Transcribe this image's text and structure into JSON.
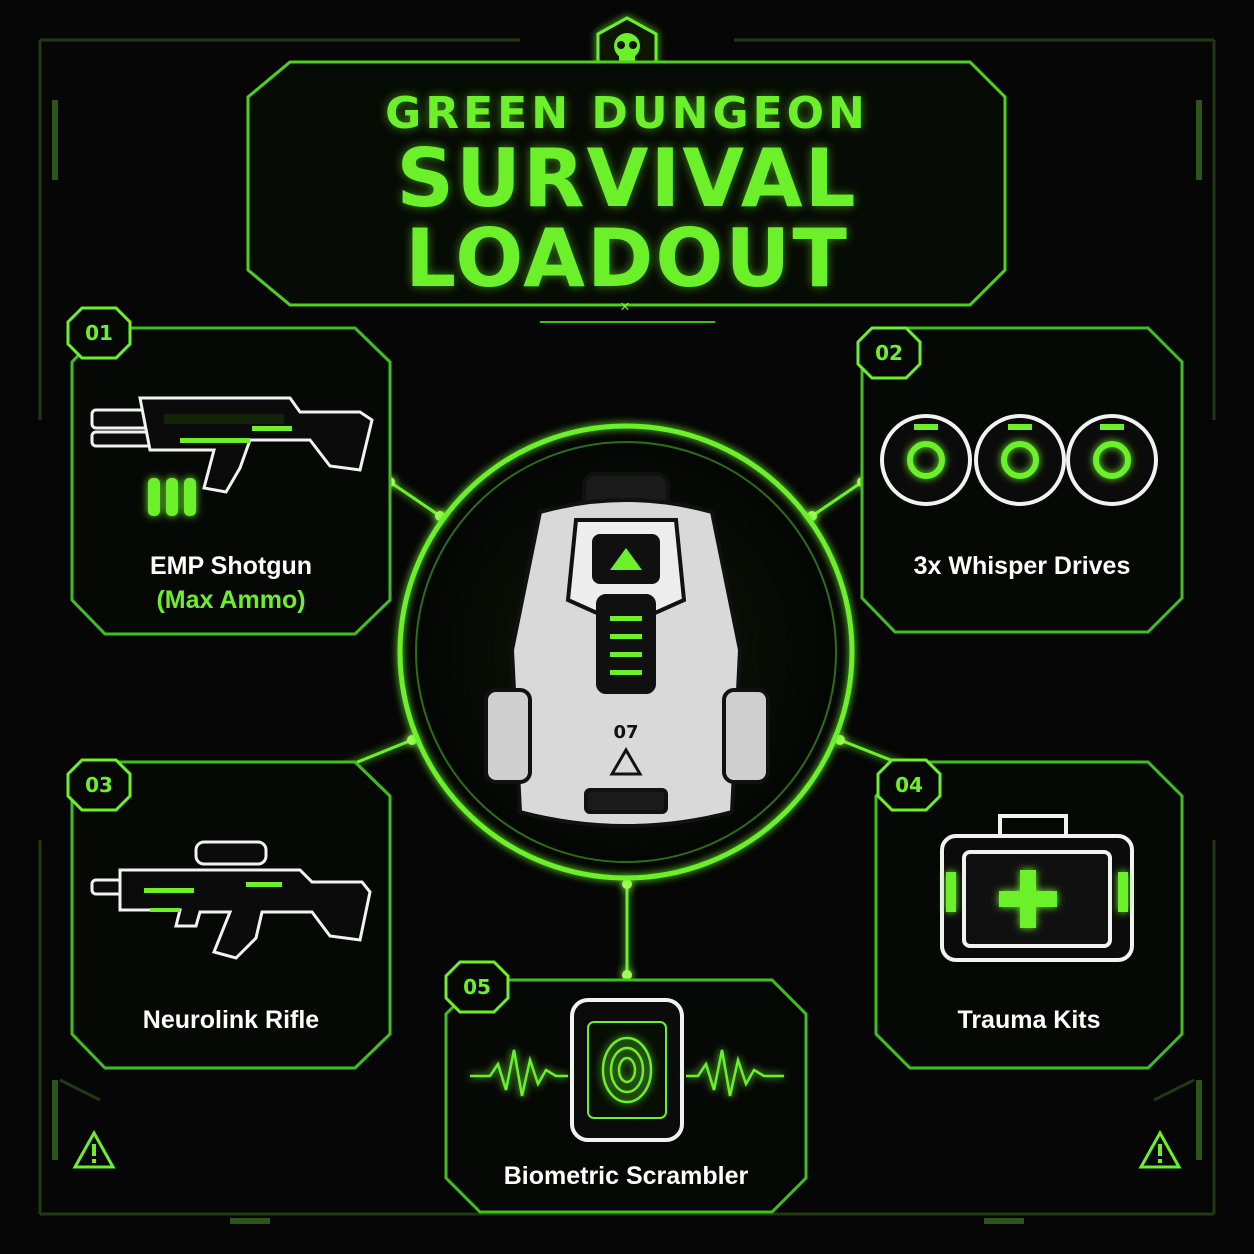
{
  "header": {
    "line1": "GREEN DUNGEON",
    "line2": "SURVIVAL",
    "line3": "LOADOUT",
    "decoration": "✕"
  },
  "center": {
    "label": "07",
    "icon": "backpack-icon"
  },
  "items": [
    {
      "number": "01",
      "label": "EMP Shotgun",
      "sublabel": "(Max Ammo)",
      "icon": "shotgun-icon"
    },
    {
      "number": "02",
      "label": "3x Whisper Drives",
      "icon": "whisper-drive-icon"
    },
    {
      "number": "03",
      "label": "Neurolink Rifle",
      "icon": "rifle-icon"
    },
    {
      "number": "04",
      "label": "Trauma Kits",
      "icon": "medkit-icon"
    },
    {
      "number": "05",
      "label": "Biometric Scrambler",
      "icon": "fingerprint-scanner-icon"
    }
  ],
  "colors": {
    "accent": "#6cf02a",
    "background": "#050605",
    "panel_border": "#3fbf1f",
    "text": "#ffffff"
  }
}
